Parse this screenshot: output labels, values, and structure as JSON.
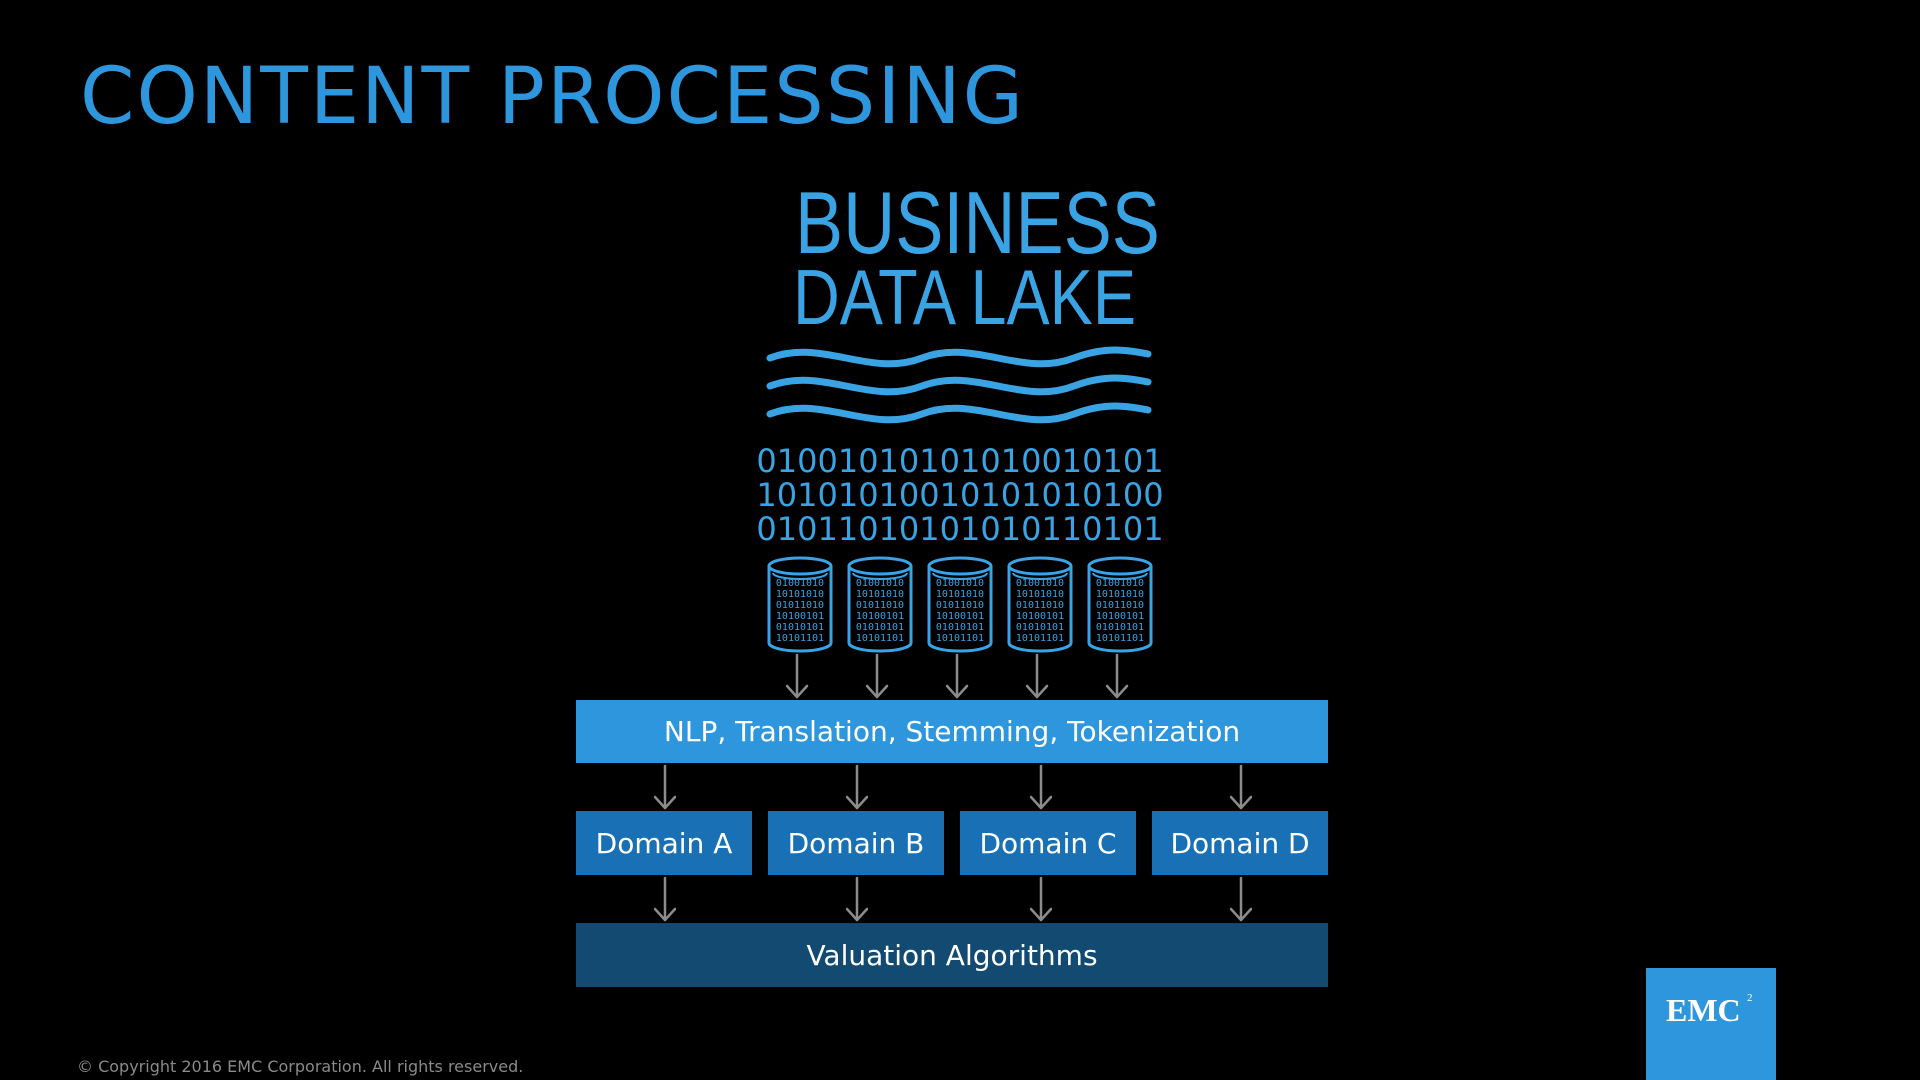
{
  "slide": {
    "title": "CONTENT PROCESSING",
    "copyright": "© Copyright 2016 EMC Corporation. All rights reserved."
  },
  "lake": {
    "line1": "BUSINESS",
    "line2": "DATA LAKE",
    "binary": [
      "01001010101010010101",
      "10101010010101010100",
      "01011010101010110101"
    ]
  },
  "cylinders": [
    {
      "lines": [
        "01001010",
        "10101010",
        "01011010",
        "10100101",
        "01010101",
        "10101101"
      ]
    },
    {
      "lines": [
        "01001010",
        "10101010",
        "01011010",
        "10100101",
        "01010101",
        "10101101"
      ]
    },
    {
      "lines": [
        "01001010",
        "10101010",
        "01011010",
        "10100101",
        "01010101",
        "10101101"
      ]
    },
    {
      "lines": [
        "01001010",
        "10101010",
        "01011010",
        "10100101",
        "01010101",
        "10101101"
      ]
    },
    {
      "lines": [
        "01001010",
        "10101010",
        "01011010",
        "10100101",
        "01010101",
        "10101101"
      ]
    }
  ],
  "nlp_label": "NLP, Translation, Stemming, Tokenization",
  "domains": [
    {
      "label": "Domain A"
    },
    {
      "label": "Domain B"
    },
    {
      "label": "Domain C"
    },
    {
      "label": "Domain D"
    }
  ],
  "valuation_label": "Valuation Algorithms",
  "logo": {
    "text": "EMC",
    "superscript": "2"
  },
  "colors": {
    "title": "#2e96dd",
    "lake": "#3aa3e3",
    "nlp_box": "#2d96dd",
    "domain_box": "#1a70b5",
    "valuation_box": "#124a72",
    "arrow": "#8c8c8c",
    "background": "#000000"
  }
}
